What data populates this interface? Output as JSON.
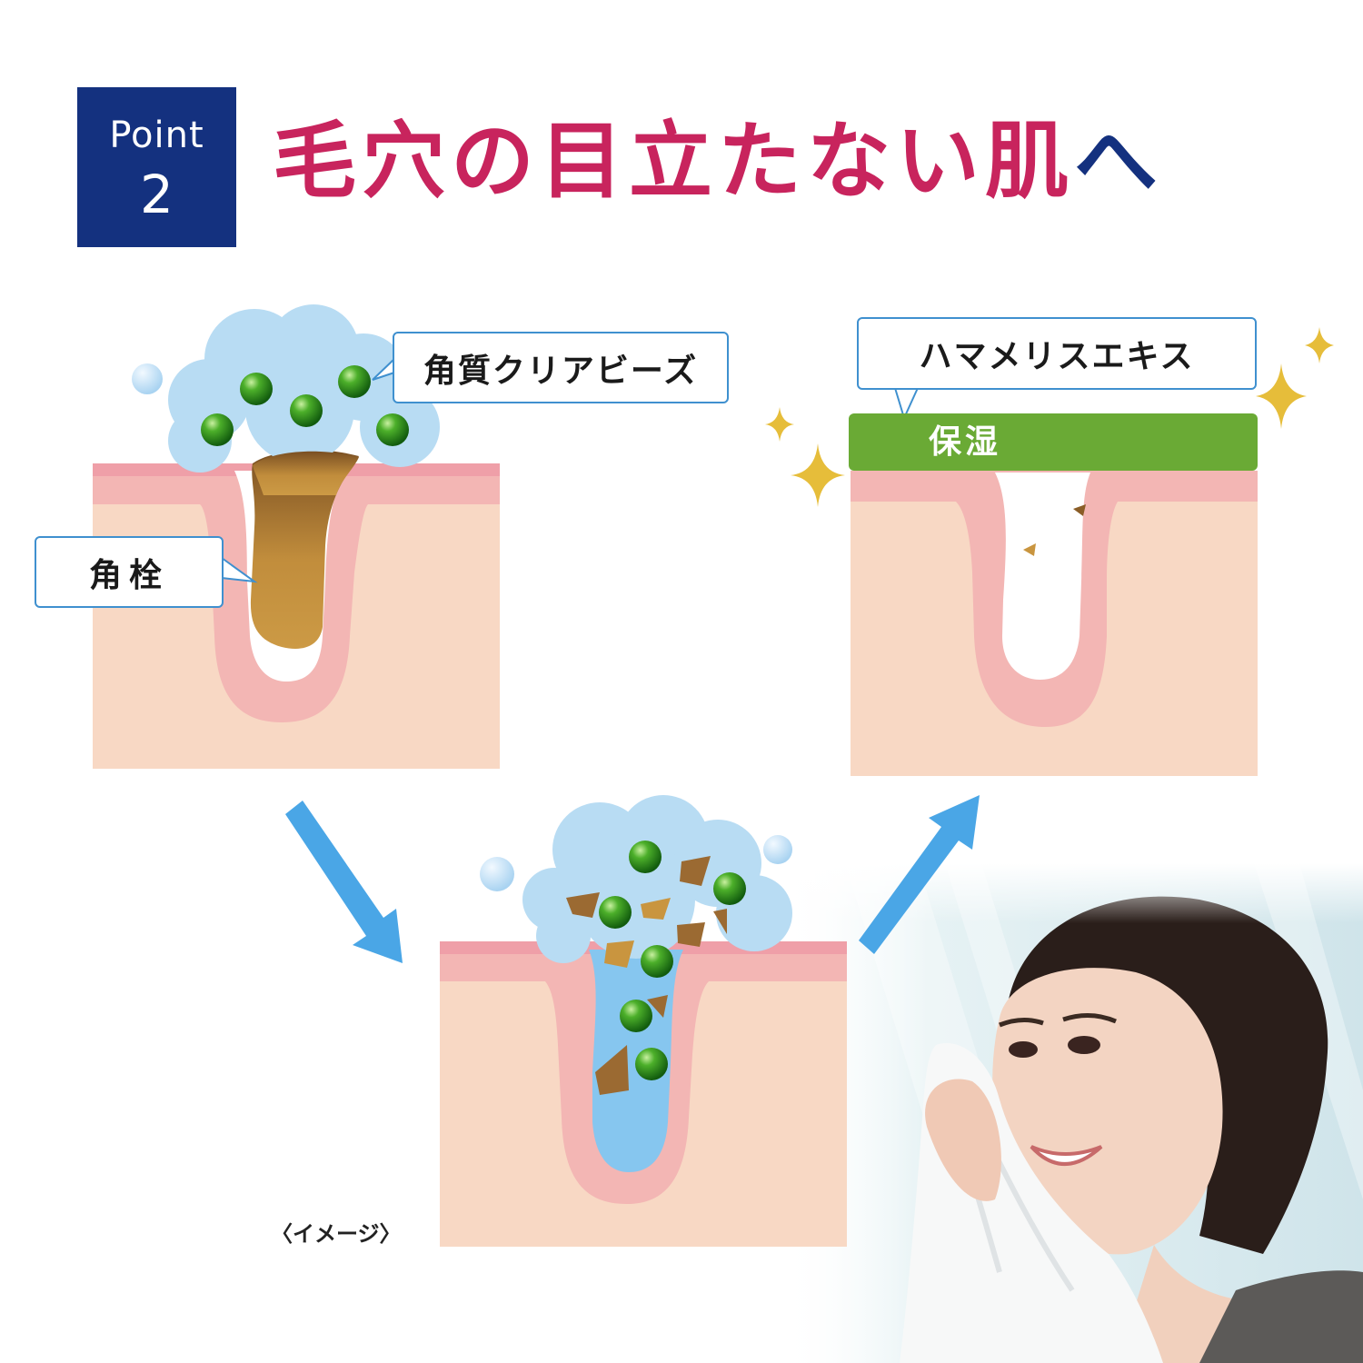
{
  "badge": {
    "line1": "Point",
    "line2": "2"
  },
  "headline": {
    "main": "毛穴の目立たない肌",
    "tail": "へ"
  },
  "callouts": {
    "beads": "角質クリアビーズ",
    "plug": "角栓",
    "hamamelis": "ハマメリスエキス"
  },
  "moisture_label": "保湿",
  "image_note": "〈イメージ〉",
  "colors": {
    "badge_bg": "#14317f",
    "headline": "#c8245d",
    "skin": "#f8d8c4",
    "epidermis": "#f3b6b4",
    "foam": "#b8dcf3",
    "bead": "#2d8a1d",
    "plug_dark": "#8a5d27",
    "plug_light": "#c9953f",
    "arrow": "#4aa6e6",
    "moist_bar": "#6aaa35"
  },
  "icons": [
    "sparkle-icon",
    "arrow-down-right-icon",
    "arrow-up-right-icon"
  ]
}
